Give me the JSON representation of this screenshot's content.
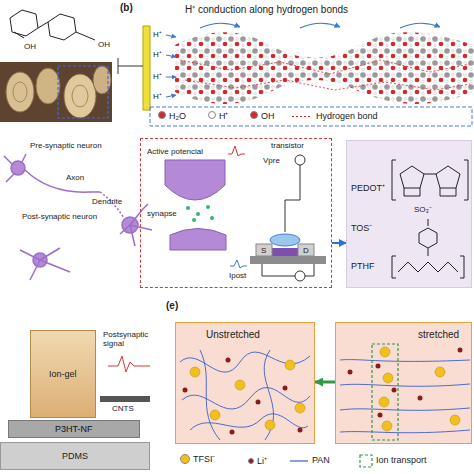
{
  "diagram": {
    "nodes": [
      {
        "text": [
          "Active potencial",
          "synapse",
          "transistor",
          "Vpre",
          "S",
          "D",
          "Ipost"
        ]
      },
      {
        "text": [
          "PEDOT⁺",
          "TOS⁻",
          "PTHF"
        ]
      },
      {
        "text": [
          "Ion-gel"
        ]
      },
      {
        "text": [
          "P3HT-NF"
        ]
      },
      {
        "text": [
          "PDMS"
        ]
      },
      {
        "text": [
          "Unstretched"
        ]
      },
      {
        "text": [
          "stretched"
        ]
      }
    ],
    "edges": [
      {
        "from": 0,
        "to": 1,
        "arrow": "to"
      },
      {
        "from": 6,
        "to": 5,
        "arrow": "to"
      }
    ],
    "labels": [
      "OH",
      "OH",
      "(b)",
      "H⁺ conduction along hydrogen bonds",
      "H⁺",
      "H⁺",
      "H⁺",
      "H⁺",
      "Pre-synaptic neuron",
      "Axon",
      "Dendrite",
      "Post-synaptic neuron",
      "SO₃⁻",
      "Postsynaptic signal",
      "CNTS",
      "(e)"
    ],
    "legend": [
      {
        "text": "H₂O",
        "color": "#d8262a"
      },
      {
        "text": "H⁺",
        "color": "#ffffff"
      },
      {
        "text": "OH",
        "color": "#d8262a"
      },
      {
        "text": "Hydrogen bond"
      },
      {
        "text": "TFSI⁻",
        "color": "#f2c01e"
      },
      {
        "text": "Li⁺",
        "color": "#8a1c1c"
      },
      {
        "text": "PAN"
      },
      {
        "text": "Ion transport"
      }
    ]
  }
}
